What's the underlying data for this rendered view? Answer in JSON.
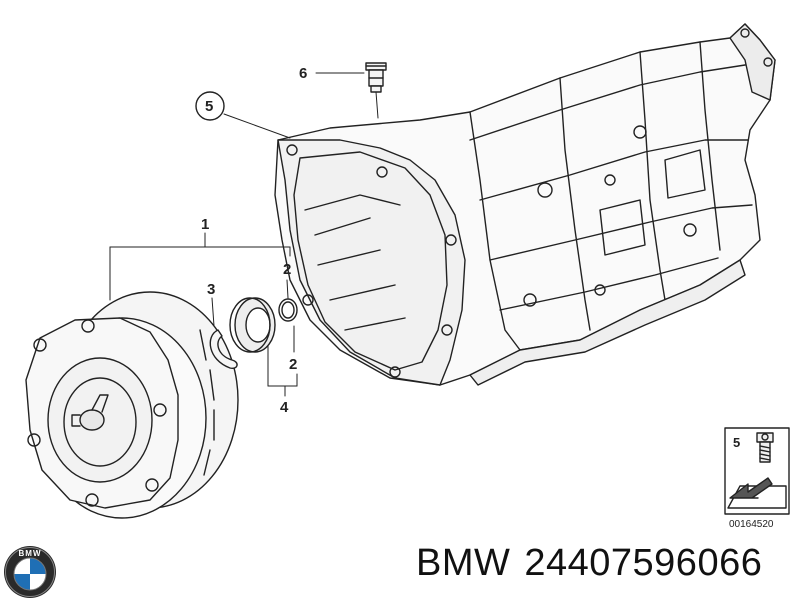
{
  "callouts": {
    "c1": "1",
    "c2_top": "2",
    "c2_bottom": "2",
    "c3": "3",
    "c4": "4",
    "c5": "5",
    "c6": "6"
  },
  "inset": {
    "number": "5",
    "code": "00164520"
  },
  "logo": {
    "text": "BMW"
  },
  "caption": {
    "brand": "BMW",
    "part_number": "24407596066"
  },
  "colors": {
    "line": "#222222",
    "fill_light": "#f7f7f7",
    "fill_mid": "#e6e6e6"
  }
}
